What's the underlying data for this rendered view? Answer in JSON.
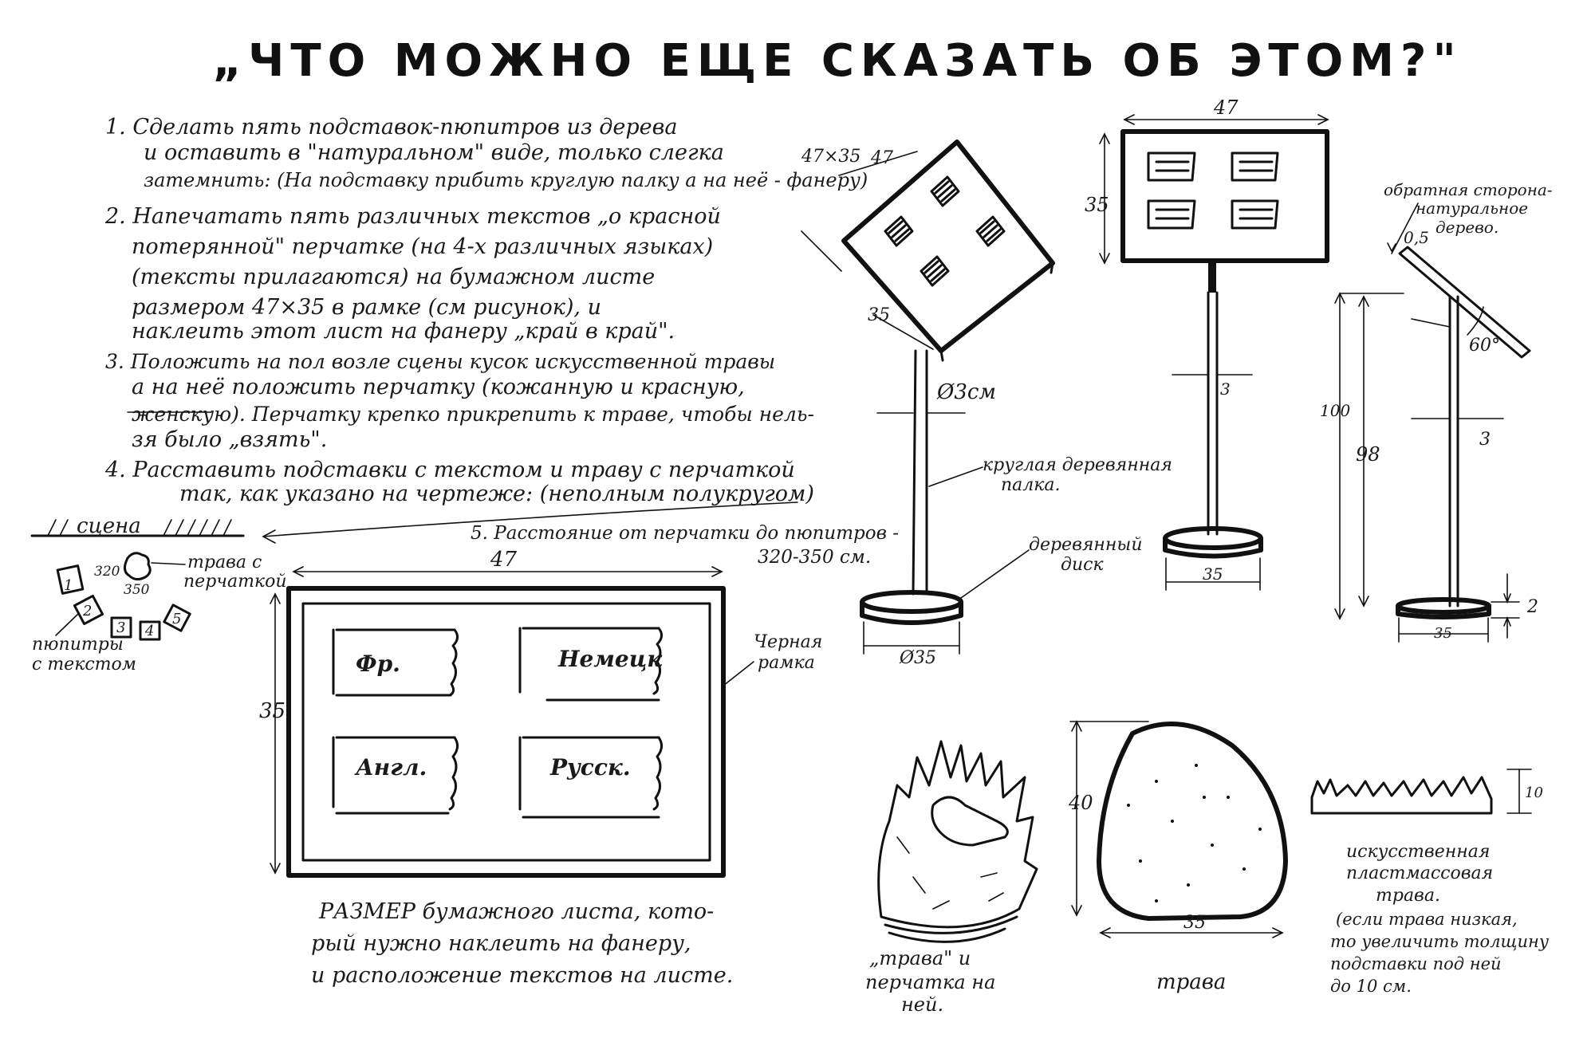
{
  "title": "„ЧТО МОЖНО ЕЩЕ СКАЗАТЬ ОБ ЭТОМ?\"",
  "instructions": [
    "1. Сделать пять подставок-пюпитров из дерева",
    "и оставить в \"натуральном\" виде, только слегка",
    "затемнить: (На подставку прибить круглую палку а на неё - фанеру)",
    "2. Напечатать пять различных текстов „о красной",
    "потерянной\" перчатке (на 4-х различных языках)",
    "(тексты прилагаются) на бумажном листе",
    "размером 47×35 в рамке (см рисунок), и",
    "наклеить этот лист на фанеру „край в край\".",
    "3. Положить на пол возле сцены кусок искусственной травы",
    "а на неё положить перчатку (кожанную и красную,",
    "женскую). Перчатку крепко прикрепить к траве, чтобы нель-",
    "зя было „взять\".",
    "4.   Расставить подставки с текстом и траву с перчаткой",
    "так, как указано на чертеже: (неполным полукругом)",
    "5. Расстояние от перчатки до пюпитров -",
    "320-350 см."
  ],
  "plan": {
    "stage": "сцена",
    "grass_label": [
      "трава с",
      "перчаткой"
    ],
    "stands_label": [
      "пюпитры",
      "с текстом"
    ],
    "distances": [
      "320",
      "350"
    ],
    "stand_numbers": [
      "1",
      "2",
      "3",
      "4",
      "5"
    ]
  },
  "sheet": {
    "width_dim": "47",
    "height_dim": "35",
    "frame_label": [
      "Черная",
      "рамка"
    ],
    "panels": [
      "Фр.",
      "Немецк",
      "Англ.",
      "Русск."
    ],
    "caption": [
      "РАЗМЕР бумажного листа, кото-",
      "рый нужно наклеить на фанеру,",
      "и расположение текстов на листе."
    ]
  },
  "stand_left": {
    "board_dims": "47×35",
    "board_top": "47",
    "board_side": "35",
    "pole": "Ø3см",
    "pole_label": [
      "круглая деревянная",
      "палка."
    ],
    "disk_label": [
      "деревянный",
      "диск"
    ],
    "base": "Ø35"
  },
  "stand_front": {
    "width": "47",
    "height": "35",
    "pole": "3",
    "base": "35"
  },
  "stand_side": {
    "back_label": [
      "обратная сторона-",
      "натуральное",
      "дерево."
    ],
    "thickness": "0,5",
    "angle": "60°",
    "total_height": "100",
    "pole_height": "98",
    "pole": "3",
    "base": "35",
    "base_thickness": "2"
  },
  "grass": {
    "sketch_label": [
      "„трава\" и",
      "перчатка на",
      "ней."
    ],
    "height": "40",
    "width": "35",
    "label": "трава",
    "profile_height": "10",
    "material": [
      "искусственная",
      "пластмассовая",
      "трава."
    ],
    "note": [
      "(если трава низкая,",
      "то увеличить толщину",
      "подставки под ней",
      "до 10 см."
    ]
  }
}
